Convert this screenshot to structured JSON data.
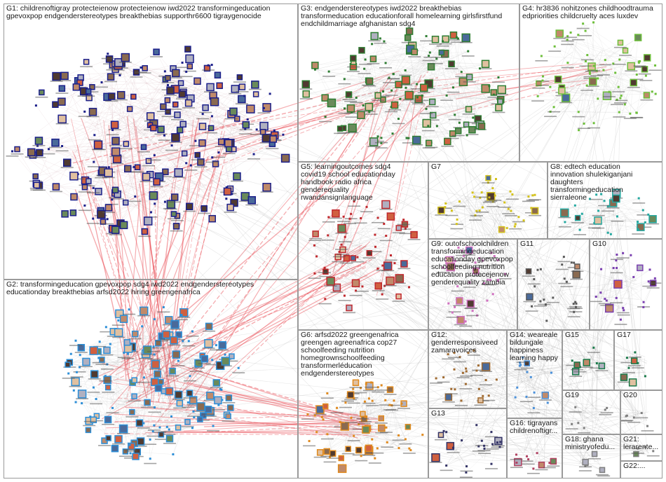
{
  "colors": {
    "edge": "#b8b8b8",
    "edge_hi": "#e8484f",
    "border": "#9a9a9a",
    "g1": "#1b1f8a",
    "g2": "#2d8fd8",
    "g3": "#2e7d32",
    "g4": "#6dbf3a",
    "g5": "#c0282d",
    "g6": "#e08a1e",
    "g7": "#d4c21a",
    "g8": "#23a8a0",
    "g9": "#d070c0",
    "g10": "#7a3fb0",
    "g11": "#5a5a5a",
    "g12": "#a06a30",
    "g13": "#333366",
    "g14": "#4a90d9",
    "g15": "#1a7a4a",
    "g16": "#b04060",
    "misc": "#7f7f7f"
  },
  "groups": [
    {
      "id": "G1",
      "label": "G1: childrenoftigray protecteienow protecteienow iwd2022 transformingeducation gpevoxpop endgenderstereotypes breakthebias supporthr6600 tigraygenocide"
    },
    {
      "id": "G2",
      "label": "G2: transformingeducation gpevoxpop sdg4 iwd2022 endgenderstereotypes educationday breakthebias arfsd2022 hiring greengenafrica"
    },
    {
      "id": "G3",
      "label": "G3: endgenderstereotypes iwd2022 breakthebias transformeducation educationforall homelearning girlsfirstfund endchildmarriage afghanistan sdg4"
    },
    {
      "id": "G4",
      "label": "G4: hr3836 nohitzones childhoodtrauma edpriorities childcruelty aces luxdev"
    },
    {
      "id": "G5",
      "label": "G5: learningoutcomes sdg4 covid19 school educationday handbook radio africa genderequality rwandansignlanguage"
    },
    {
      "id": "G6",
      "label": "G6: arfsd2022 greengenafrica greengen agreenafrica cop27 schoolfeeding nutrition homegrownschoolfeeding transformerléducation endgenderstereotypes"
    },
    {
      "id": "G7",
      "label": "G7"
    },
    {
      "id": "G8",
      "label": "G8: edtech education innovation shulekiganjani daughters transformingeducation sierraleone"
    },
    {
      "id": "G9",
      "label": "G9: outofschoolchildren transformingeducation educationday gpevoxpop schoolfeeding nutrition education protecejenow genderequality zambia"
    },
    {
      "id": "G10",
      "label": "G10"
    },
    {
      "id": "G11",
      "label": "G11"
    },
    {
      "id": "G12",
      "label": "G12: genderresponsiveed zamaravoices"
    },
    {
      "id": "G13",
      "label": "G13"
    },
    {
      "id": "G14",
      "label": "G14: weareale bildungale happiness learning happy"
    },
    {
      "id": "G15",
      "label": "G15"
    },
    {
      "id": "G16",
      "label": "G16: tigrayans childrenoftigr..."
    },
    {
      "id": "G17",
      "label": "G17"
    },
    {
      "id": "G18",
      "label": "G18: ghana ministryofedu..."
    },
    {
      "id": "G19",
      "label": "G19"
    },
    {
      "id": "G20",
      "label": "G20"
    },
    {
      "id": "G21",
      "label": "G21: lerarente..."
    },
    {
      "id": "G22",
      "label": "G22:..."
    }
  ]
}
